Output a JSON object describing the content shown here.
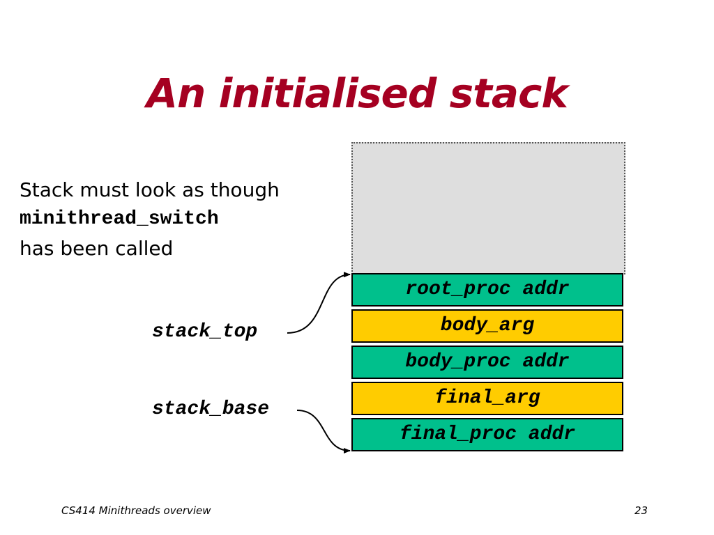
{
  "slide": {
    "title": "An initialised stack",
    "title_color": "#a50021",
    "intro_line1": "Stack must look as though",
    "intro_code": "minithread_switch",
    "intro_line3": "has been called"
  },
  "pointers": {
    "top_label": "stack_top",
    "base_label": "stack_base"
  },
  "stack": {
    "cells": [
      {
        "label": "root_proc addr",
        "color": "#00c08c"
      },
      {
        "label": "body_arg",
        "color": "#ffcc00"
      },
      {
        "label": "body_proc addr",
        "color": "#00c08c"
      },
      {
        "label": "final_arg",
        "color": "#ffcc00"
      },
      {
        "label": "final_proc addr",
        "color": "#00c08c"
      }
    ]
  },
  "footer": {
    "course": "CS414 Minithreads overview",
    "page": "23"
  }
}
